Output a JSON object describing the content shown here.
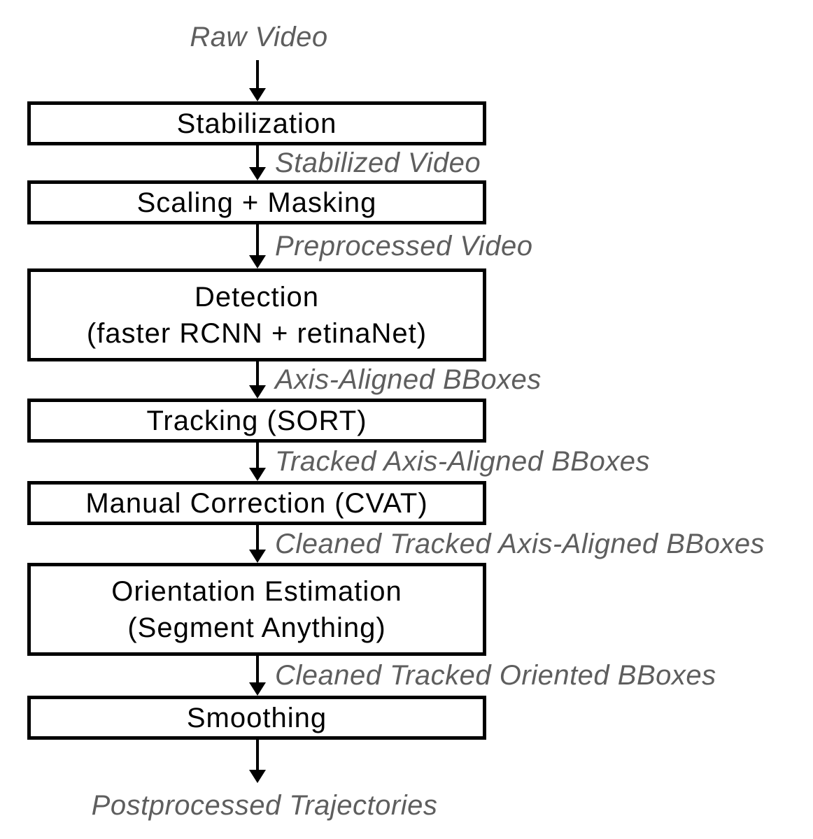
{
  "flow": {
    "input_label": "Raw Video",
    "output_label": "Postprocessed Trajectories"
  },
  "stages": [
    {
      "label": "Stabilization"
    },
    {
      "label": "Scaling + Masking"
    },
    {
      "label": "Detection\n(faster RCNN + retinaNet)"
    },
    {
      "label": "Tracking (SORT)"
    },
    {
      "label": "Manual Correction (CVAT)"
    },
    {
      "label": "Orientation Estimation\n(Segment Anything)"
    },
    {
      "label": "Smoothing"
    }
  ],
  "edges": [
    {
      "label": "Stabilized Video"
    },
    {
      "label": "Preprocessed Video"
    },
    {
      "label": "Axis-Aligned BBoxes"
    },
    {
      "label": "Tracked Axis-Aligned BBoxes"
    },
    {
      "label": "Cleaned Tracked Axis-Aligned BBoxes"
    },
    {
      "label": "Cleaned Tracked Oriented BBoxes"
    }
  ],
  "colors": {
    "box_border": "#000000",
    "box_background": "#ffffff",
    "box_text": "#000000",
    "edge_label_text": "#5e5e5e",
    "background": "#ffffff"
  }
}
